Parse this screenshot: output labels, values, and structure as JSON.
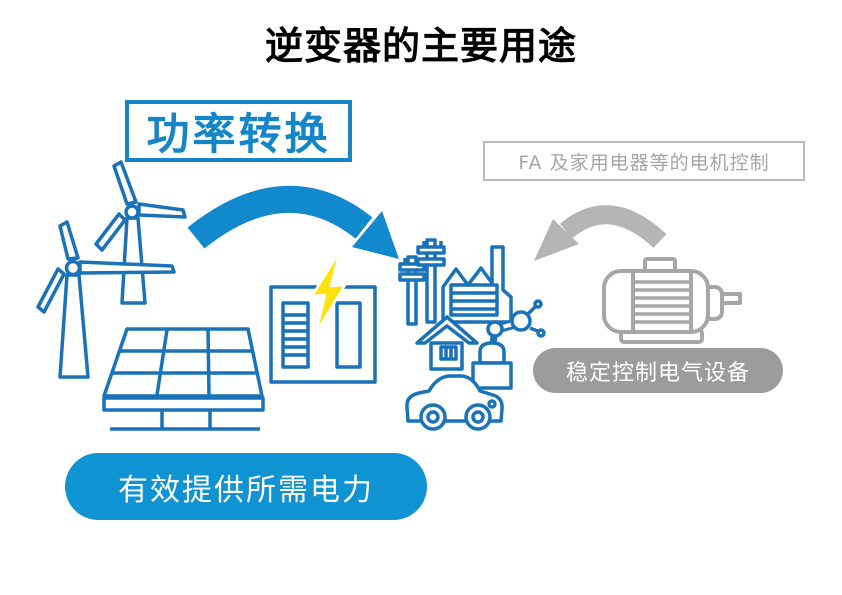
{
  "title": "逆变器的主要用途",
  "boxes": {
    "power_conversion": "功率转换",
    "motor_control": "FA 及家用电器等的电机控制"
  },
  "badges": {
    "stable_control": "稳定控制电气设备",
    "power_supply": "有效提供所需电力"
  },
  "icon_names": [
    "wind-turbine-icon",
    "solar-panel-icon",
    "inverter-icon",
    "lightning-icon",
    "power-pole-icon",
    "factory-icon",
    "house-icon",
    "robot-arm-icon",
    "car-icon",
    "electric-motor-icon",
    "blue-flow-arrow-icon",
    "gray-flow-arrow-icon"
  ],
  "colors": {
    "title_color": "#000000",
    "line_blue": "#1a72b8",
    "accent_blue": "#1289cc",
    "box_blue": "#1486c8",
    "pill_blue": "#0f93d2",
    "lightning_yellow": "#ffe20a",
    "motor_gray": "#a6a6a6",
    "arrow_gray": "#b5b5b5",
    "border_gray": "#b9b9b9",
    "text_gray": "#a6a6a6",
    "pill_gray": "#9c9c9c"
  }
}
